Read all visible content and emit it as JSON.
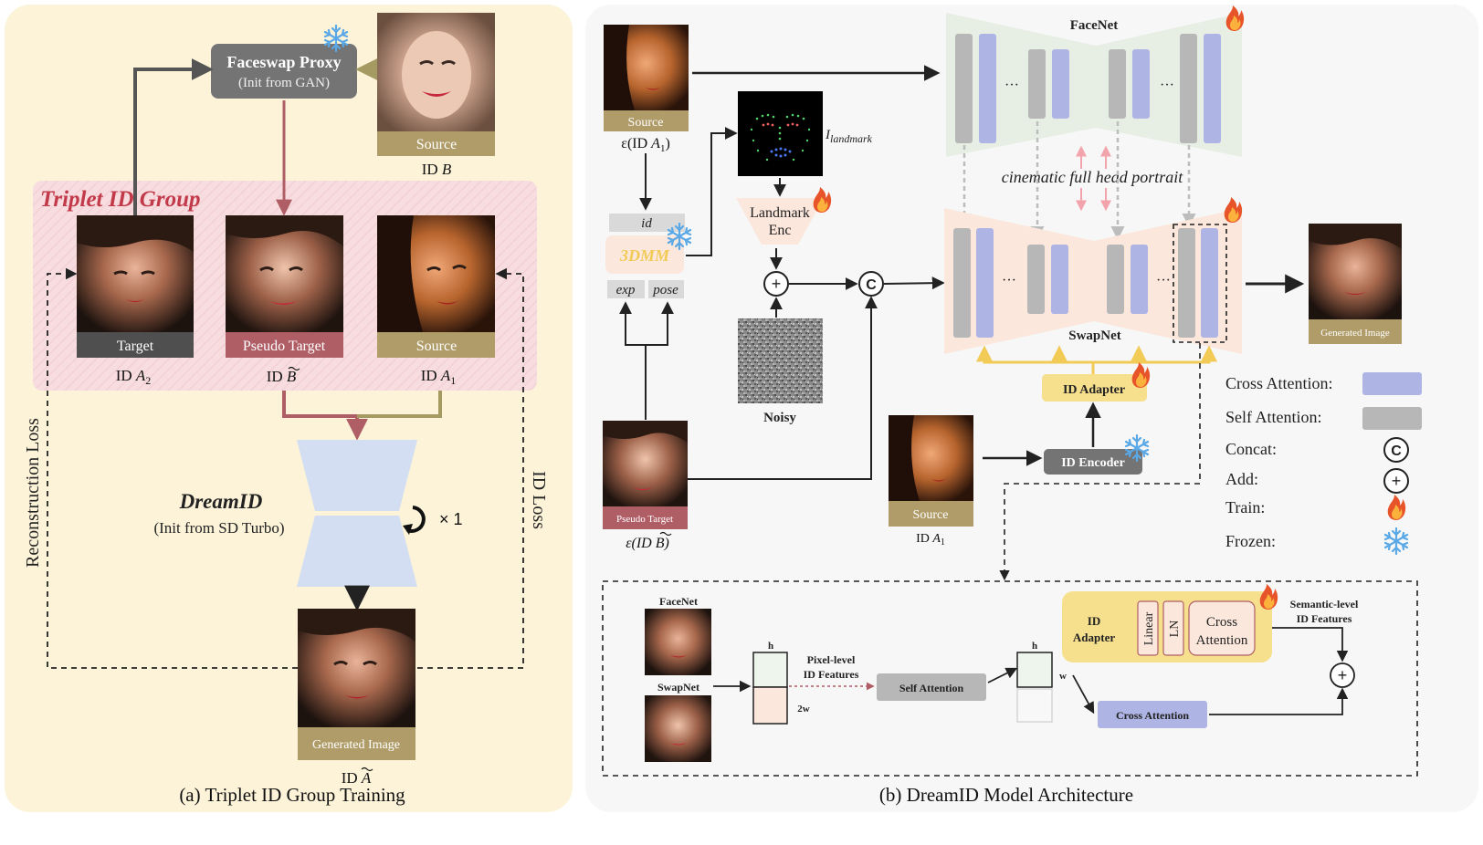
{
  "colors": {
    "panel_a_bg": "#fcf3d8",
    "panel_b_bg": "#f7f7f7",
    "triplet_bg": "#f7dde0",
    "triplet_title": "#c23a4a",
    "proxy_box": "#747474",
    "caption_target": "#4f4f4f",
    "caption_pseudo": "#b05e66",
    "caption_source": "#b09c68",
    "dreamid_body": "#d3def2",
    "cross_attention": "#aeb4e3",
    "self_attention": "#b7b7b7",
    "facenet_bg": "#e7efe5",
    "swapnet_bg": "#fbe7dc",
    "yellow": "#f6e08d",
    "arrow_red": "#b05e66",
    "arrow_olive": "#a59a61",
    "arrow_gold": "#f1cb56",
    "pink_arrow": "#f3a3ab"
  },
  "icons": {
    "frozen": "snowflake-icon",
    "train": "fire-icon",
    "concat": "concat-circle-icon",
    "add": "plus-circle-icon",
    "loop": "loop-arrow-icon"
  },
  "panel_a": {
    "proxy_title": "Faceswap Proxy",
    "proxy_sub": "(Init from GAN)",
    "source_top_caption": "Source",
    "source_top_id_pre": "ID ",
    "source_top_id_var": "B",
    "triplet_title": "Triplet ID Group",
    "target_caption": "Target",
    "target_id_pre": "ID ",
    "target_id_var": "A",
    "target_id_sub": "2",
    "pseudo_caption": "Pseudo Target",
    "pseudo_id_pre": "ID ",
    "pseudo_id_var": "B",
    "source_caption": "Source",
    "source_id_pre": "ID ",
    "source_id_var": "A",
    "source_id_sub": "1",
    "reconstruction_loss": "Reconstruction Loss",
    "id_loss": "ID Loss",
    "dreamid_title": "DreamID",
    "dreamid_sub": "(Init from SD Turbo)",
    "loop_text": "× 1",
    "generated_caption": "Generated Image",
    "generated_id_pre": "ID ",
    "generated_id_var": "A",
    "caption": "(a) Triplet ID Group Training"
  },
  "panel_b": {
    "source_caption": "Source",
    "source_eps_pre": "ε(ID ",
    "source_eps_var": "A",
    "source_eps_sub": "1",
    "source_eps_post": ")",
    "landmark_label_var": "I",
    "landmark_label_sub": "landmark",
    "landmark_enc_line1": "Landmark",
    "landmark_enc_line2": "Enc",
    "noisy_label": "Noisy",
    "id_label": "id",
    "threedmm_label": "3DMM",
    "exp_label": "exp",
    "pose_label": "pose",
    "pseudo_caption": "Pseudo Target",
    "pseudo_eps_pre": "ε(",
    "pseudo_eps_var": "ID B",
    "pseudo_eps_post": ")",
    "facenet_title": "FaceNet",
    "swapnet_title": "SwapNet",
    "ellipsis": "···",
    "prompt_text": "cinematic full head portrait",
    "id_adapter_label": "ID Adapter",
    "id_encoder_label": "ID Encoder",
    "source2_caption": "Source",
    "source2_id_pre": "ID ",
    "source2_id_var": "A",
    "source2_id_sub": "1",
    "generated_caption": "Generated Image",
    "legend": {
      "cross_attention": "Cross Attention:",
      "self_attention": "Self Attention:",
      "concat": "Concat:",
      "concat_symbol": "C",
      "add": "Add:",
      "add_symbol": "+",
      "train": "Train:",
      "frozen": "Frozen:"
    },
    "detail": {
      "facenet_label": "FaceNet",
      "swapnet_label": "SwapNet",
      "h_label": "h",
      "w_label": "w",
      "two_w_label": "2w",
      "pixel_line1": "Pixel-level",
      "pixel_line2": "ID Features",
      "self_attention_label": "Self Attention",
      "cross_attention_label": "Cross Attention",
      "id_adapter_line1": "ID",
      "id_adapter_line2": "Adapter",
      "linear_label": "Linear",
      "ln_label": "LN",
      "cross_line1": "Cross",
      "cross_line2": "Attention",
      "semantic_line1": "Semantic-level",
      "semantic_line2": "ID Features"
    },
    "caption": "(b) DreamID Model Architecture"
  }
}
